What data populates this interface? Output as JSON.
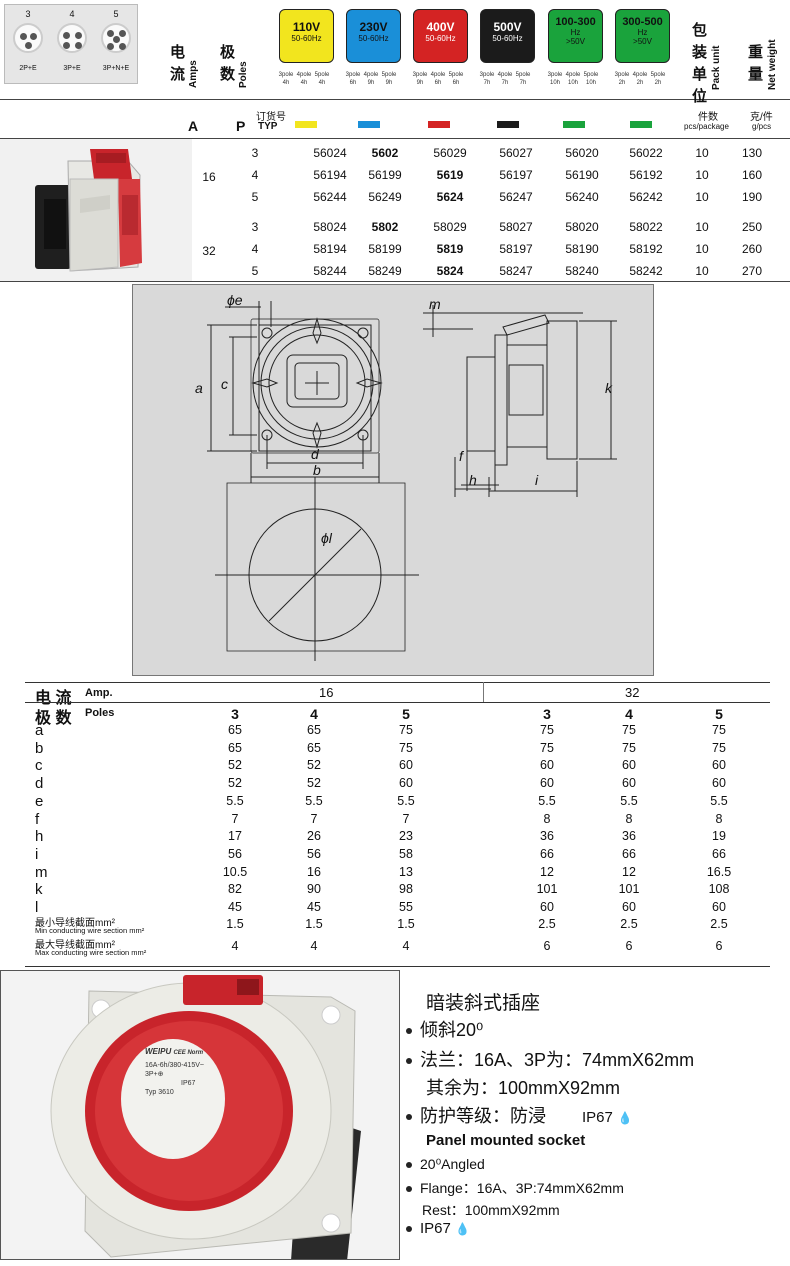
{
  "header": {
    "pin_diagrams": [
      {
        "number": "3",
        "label": "2P+E"
      },
      {
        "number": "4",
        "label": "3P+E"
      },
      {
        "number": "5",
        "label": "3P+N+E"
      }
    ],
    "current_cn": "电流",
    "current_en": "Amps",
    "poles_cn": "极数",
    "poles_en": "Poles",
    "voltages": [
      {
        "v": "110V",
        "freq": "50-60Hz",
        "color": "#f2e51e",
        "text_color": "#111111",
        "poles": [
          "3pole 4h",
          "4pole 4h",
          "5pole 4h"
        ]
      },
      {
        "v": "230V",
        "freq": "50-60Hz",
        "color": "#1a8fd8",
        "text_color": "#111111",
        "poles": [
          "3pole 6h",
          "4pole 9h",
          "5pole 9h"
        ]
      },
      {
        "v": "400V",
        "freq": "50-60Hz",
        "color": "#d42323",
        "text_color": "#ffffff",
        "poles": [
          "3pole 9h",
          "4pole 6h",
          "5pole 6h"
        ]
      },
      {
        "v": "500V",
        "freq": "50-60Hz",
        "color": "#1b1b1b",
        "text_color": "#ffffff",
        "poles": [
          "3pole 7h",
          "4pole 7h",
          "5pole 7h"
        ]
      },
      {
        "v": "100-300",
        "freq": "Hz",
        "freq2": ">50V",
        "color": "#1aa33c",
        "text_color": "#111111",
        "poles": [
          "3pole 10h",
          "4pole 10h",
          "5pole 10h"
        ]
      },
      {
        "v": "300-500",
        "freq": "Hz",
        "freq2": ">50V",
        "color": "#1aa33c",
        "text_color": "#111111",
        "poles": [
          "3pole 2h",
          "4pole 2h",
          "5pole 2h"
        ]
      }
    ],
    "pack_cn": "包装单位",
    "pack_en": "Pack unit",
    "weight_cn": "重量",
    "weight_en": "Net weight"
  },
  "order_header": {
    "a": "A",
    "p": "P",
    "order_no": "订货号",
    "typ": "TYP",
    "pcs_cn": "件数",
    "pcs_en": "pcs/package",
    "g_cn": "克/件",
    "g_en": "g/pcs"
  },
  "order_rows": [
    {
      "amp": "16",
      "p": "3",
      "codes": [
        "56024",
        "5602",
        "56029",
        "56027",
        "56020",
        "56022"
      ],
      "bold": 1,
      "pcs": "10",
      "weight": "130"
    },
    {
      "amp": "",
      "p": "4",
      "codes": [
        "56194",
        "56199",
        "5619",
        "56197",
        "56190",
        "56192"
      ],
      "bold": 2,
      "pcs": "10",
      "weight": "160"
    },
    {
      "amp": "",
      "p": "5",
      "codes": [
        "56244",
        "56249",
        "5624",
        "56247",
        "56240",
        "56242"
      ],
      "bold": 2,
      "pcs": "10",
      "weight": "190"
    },
    {
      "amp": "32",
      "p": "3",
      "codes": [
        "58024",
        "5802",
        "58029",
        "58027",
        "58020",
        "58022"
      ],
      "bold": 1,
      "pcs": "10",
      "weight": "250"
    },
    {
      "amp": "",
      "p": "4",
      "codes": [
        "58194",
        "58199",
        "5819",
        "58197",
        "58190",
        "58192"
      ],
      "bold": 2,
      "pcs": "10",
      "weight": "260"
    },
    {
      "amp": "",
      "p": "5",
      "codes": [
        "58244",
        "58249",
        "5824",
        "58247",
        "58240",
        "58242"
      ],
      "bold": 2,
      "pcs": "10",
      "weight": "270"
    }
  ],
  "drawing_labels": {
    "phi_e": "ϕe",
    "m": "m",
    "a": "a",
    "c": "c",
    "d": "d",
    "b": "b",
    "k": "k",
    "f": "f",
    "h": "h",
    "i": "i",
    "phi_l": "ϕl"
  },
  "dimensions": {
    "current_cn": "电 流",
    "current_en": "Amp.",
    "amp_16": "16",
    "amp_32": "32",
    "poles_cn": "极 数",
    "poles_en": "Poles",
    "pole_headers": [
      "3",
      "4",
      "5",
      "3",
      "4",
      "5"
    ],
    "rows": [
      {
        "key": "a",
        "values": [
          "65",
          "65",
          "75",
          "75",
          "75",
          "75"
        ]
      },
      {
        "key": "b",
        "values": [
          "65",
          "65",
          "75",
          "75",
          "75",
          "75"
        ]
      },
      {
        "key": "c",
        "values": [
          "52",
          "52",
          "60",
          "60",
          "60",
          "60"
        ]
      },
      {
        "key": "d",
        "values": [
          "52",
          "52",
          "60",
          "60",
          "60",
          "60"
        ]
      },
      {
        "key": "e",
        "values": [
          "5.5",
          "5.5",
          "5.5",
          "5.5",
          "5.5",
          "5.5"
        ]
      },
      {
        "key": "f",
        "values": [
          "7",
          "7",
          "7",
          "8",
          "8",
          "8"
        ]
      },
      {
        "key": "h",
        "values": [
          "17",
          "26",
          "23",
          "36",
          "36",
          "19"
        ]
      },
      {
        "key": "i",
        "values": [
          "56",
          "56",
          "58",
          "66",
          "66",
          "66"
        ]
      },
      {
        "key": "m",
        "values": [
          "10.5",
          "16",
          "13",
          "12",
          "12",
          "16.5"
        ]
      },
      {
        "key": "k",
        "values": [
          "82",
          "90",
          "98",
          "101",
          "101",
          "108"
        ]
      },
      {
        "key": "l",
        "values": [
          "45",
          "45",
          "55",
          "60",
          "60",
          "60"
        ]
      }
    ],
    "min_wire_cn": "最小导线截面mm²",
    "min_wire_en": "Min conducting wire section mm²",
    "min_wire": [
      "1.5",
      "1.5",
      "1.5",
      "2.5",
      "2.5",
      "2.5"
    ],
    "max_wire_cn": "最大导线截面mm²",
    "max_wire_en": "Max conducting wire section mm²",
    "max_wire": [
      "4",
      "4",
      "4",
      "6",
      "6",
      "6"
    ]
  },
  "product_label": {
    "brand": "WEIPU",
    "norm": "CEE Norm",
    "rating": "16A-6h/380-415V~",
    "poles": "3P+⊕",
    "ip": "IP67",
    "typ": "Typ 3610"
  },
  "description": {
    "title_cn": "暗装斜式插座",
    "cn_items": [
      "倾斜20⁰",
      "法兰：16A、3P为：74mmX62mm"
    ],
    "cn_rest": "其余为：100mmX92mm",
    "cn_protect": "防护等级：防浸",
    "cn_ip": "IP67",
    "title_en": "Panel mounted socket",
    "en_items": [
      "20⁰Angled",
      "Flange：16A、3P:74mmX62mm"
    ],
    "en_rest": "Rest：100mmX92mm",
    "en_ip": "IP67"
  },
  "colors": {
    "accent_red": "#c8242b",
    "drawing_bg": "#d9d9d9"
  }
}
